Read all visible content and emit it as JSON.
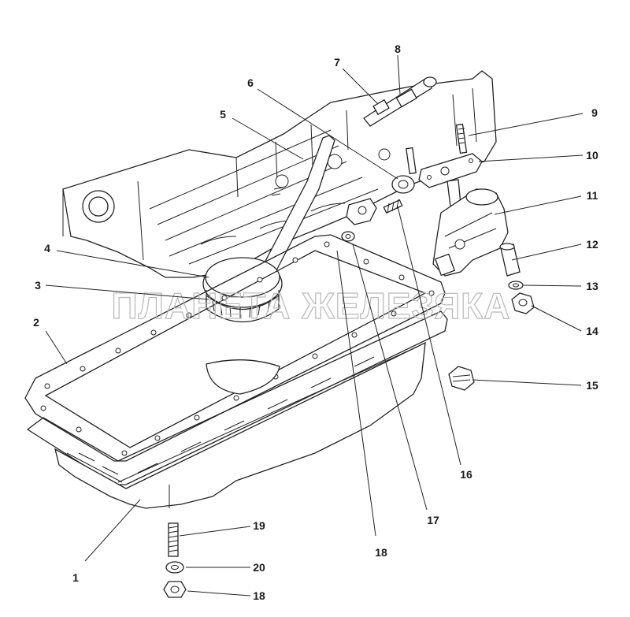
{
  "watermark": "ПЛАНЕТА ЖЕЛЕЗЯКА",
  "callouts": [
    {
      "id": "c1",
      "text": "1"
    },
    {
      "id": "c2",
      "text": "2"
    },
    {
      "id": "c3",
      "text": "3"
    },
    {
      "id": "c4",
      "text": "4"
    },
    {
      "id": "c5",
      "text": "5"
    },
    {
      "id": "c6",
      "text": "6"
    },
    {
      "id": "c7",
      "text": "7"
    },
    {
      "id": "c8",
      "text": "8"
    },
    {
      "id": "c9",
      "text": "9"
    },
    {
      "id": "c10",
      "text": "10"
    },
    {
      "id": "c11",
      "text": "11"
    },
    {
      "id": "c12",
      "text": "12"
    },
    {
      "id": "c13",
      "text": "13"
    },
    {
      "id": "c14",
      "text": "14"
    },
    {
      "id": "c15",
      "text": "15"
    },
    {
      "id": "c16",
      "text": "16"
    },
    {
      "id": "c17",
      "text": "17"
    },
    {
      "id": "c18a",
      "text": "18"
    },
    {
      "id": "c18b",
      "text": "18"
    },
    {
      "id": "c19",
      "text": "19"
    },
    {
      "id": "c20",
      "text": "20"
    }
  ]
}
